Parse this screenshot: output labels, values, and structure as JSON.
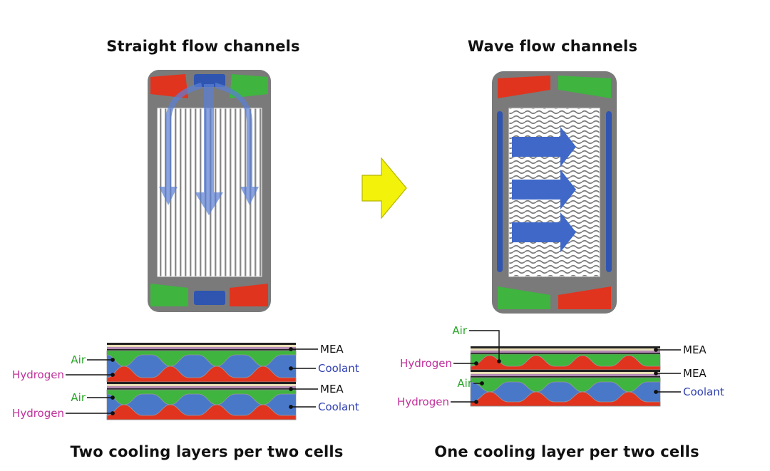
{
  "left": {
    "title": "Straight flow channels",
    "caption": "Two cooling layers per two cells",
    "labels": {
      "air_1": "Air",
      "hydrogen_1": "Hydrogen",
      "air_2": "Air",
      "hydrogen_2": "Hydrogen",
      "mea_1": "MEA",
      "coolant_1": "Coolant",
      "mea_2": "MEA",
      "coolant_2": "Coolant"
    }
  },
  "right": {
    "title": "Wave flow channels",
    "caption": "One cooling layer per two cells",
    "labels": {
      "air_top": "Air",
      "hydrogen_1": "Hydrogen",
      "air_2": "Air",
      "hydrogen_2": "Hydrogen",
      "mea_1": "MEA",
      "mea_2": "MEA",
      "coolant": "Coolant"
    }
  },
  "colors": {
    "air": "#3fb43f",
    "hydrogen": "#e0341e",
    "coolant": "#4a78c8",
    "air_label": "#2aa52a",
    "hydrogen_label": "#c0309a",
    "coolant_label": "#2f3fb0",
    "plate": "#7a7a7a",
    "arrow": "#f2f20a"
  }
}
